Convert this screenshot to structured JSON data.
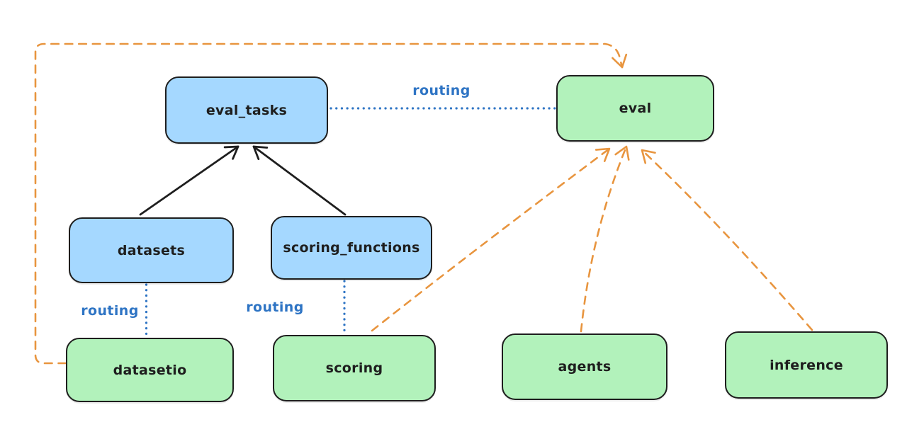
{
  "diagram": {
    "background": "#ffffff",
    "palette": {
      "node_border": "#1e1e1e",
      "blue_node_fill": "#a5d8ff",
      "green_node_fill": "#b2f2bb",
      "routing_blue": "#2e74c4",
      "orange_dashed": "#e8953f",
      "black_arrow": "#1e1e1e"
    },
    "nodes": [
      {
        "id": "eval_tasks",
        "label": "eval_tasks",
        "color": "blue"
      },
      {
        "id": "eval",
        "label": "eval",
        "color": "green"
      },
      {
        "id": "datasets",
        "label": "datasets",
        "color": "blue"
      },
      {
        "id": "scoring_functions",
        "label": "scoring_functions",
        "color": "blue"
      },
      {
        "id": "datasetio",
        "label": "datasetio",
        "color": "green"
      },
      {
        "id": "scoring",
        "label": "scoring",
        "color": "green"
      },
      {
        "id": "agents",
        "label": "agents",
        "color": "green"
      },
      {
        "id": "inference",
        "label": "inference",
        "color": "green"
      }
    ],
    "edges": [
      {
        "from": "datasets",
        "to": "eval_tasks",
        "style": "solid",
        "color": "black",
        "arrow": "end",
        "label": ""
      },
      {
        "from": "scoring_functions",
        "to": "eval_tasks",
        "style": "solid",
        "color": "black",
        "arrow": "end",
        "label": ""
      },
      {
        "from": "eval_tasks",
        "to": "eval",
        "style": "dotted",
        "color": "blue",
        "arrow": "none",
        "label": "routing"
      },
      {
        "from": "datasets",
        "to": "datasetio",
        "style": "dotted",
        "color": "blue",
        "arrow": "none",
        "label": "routing"
      },
      {
        "from": "scoring_functions",
        "to": "scoring",
        "style": "dotted",
        "color": "blue",
        "arrow": "none",
        "label": "routing"
      },
      {
        "from": "datasetio",
        "to": "eval",
        "style": "dashed",
        "color": "orange",
        "arrow": "end",
        "label": "",
        "route": "around-left-and-top"
      },
      {
        "from": "scoring",
        "to": "eval",
        "style": "dashed",
        "color": "orange",
        "arrow": "end",
        "label": ""
      },
      {
        "from": "agents",
        "to": "eval",
        "style": "dashed",
        "color": "orange",
        "arrow": "end",
        "label": ""
      },
      {
        "from": "inference",
        "to": "eval",
        "style": "dashed",
        "color": "orange",
        "arrow": "end",
        "label": ""
      }
    ]
  }
}
